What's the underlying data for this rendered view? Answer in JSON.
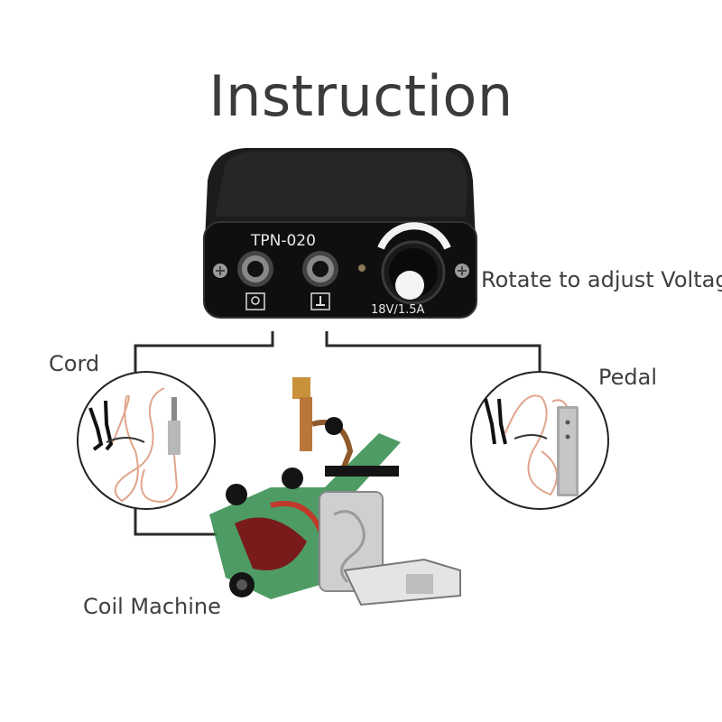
{
  "title": "Instruction",
  "device": {
    "model": "TPN-020",
    "rating": "18V/1.5A"
  },
  "labels": {
    "knob": "Rotate to adjust Voltage",
    "cord": "Cord",
    "pedal": "Pedal",
    "machine": "Coil Machine"
  },
  "colors": {
    "device_body": "#141414",
    "connector_line": "#2a2a2a",
    "cable": "#e0a58c",
    "machine_frame": "#2f8a4a"
  }
}
